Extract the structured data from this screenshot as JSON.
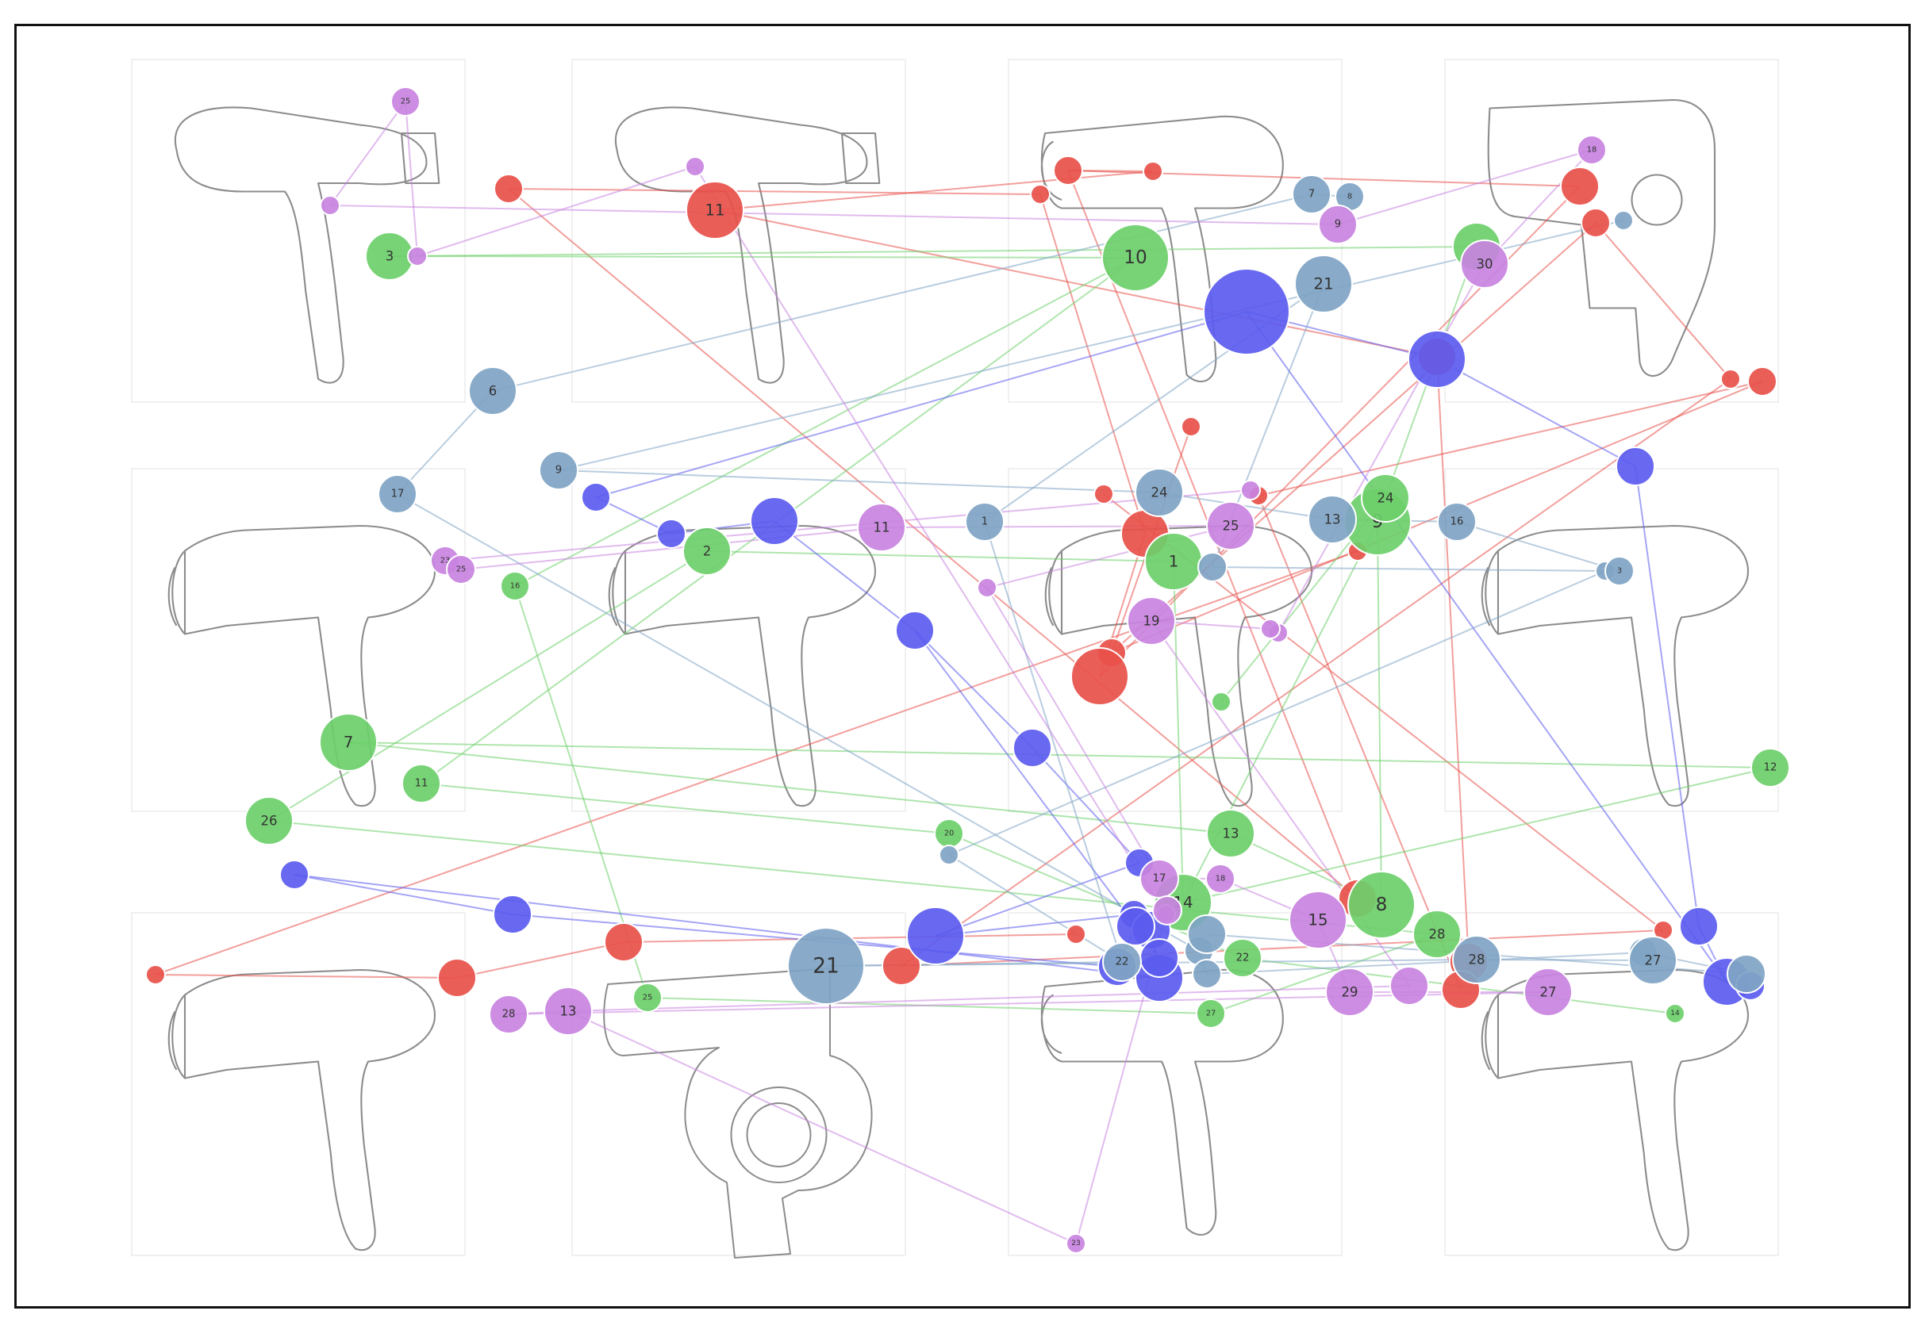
{
  "colors": {
    "red": "#e8504a",
    "green": "#6dcf6a",
    "blue": "#5b5bef",
    "slate": "#7fa4c4",
    "purple": "#c883e0",
    "outline": "#8c8c8c",
    "cell_border": "#ececec"
  },
  "dryer_icons": [
    {
      "name": "hair-dryer-icon-1",
      "shape": "angled"
    },
    {
      "name": "hair-dryer-icon-2",
      "shape": "angled"
    },
    {
      "name": "hair-dryer-icon-3",
      "shape": "boxy"
    },
    {
      "name": "hair-dryer-icon-4",
      "shape": "folding"
    },
    {
      "name": "hair-dryer-icon-5",
      "shape": "classic"
    },
    {
      "name": "hair-dryer-icon-6",
      "shape": "classic"
    },
    {
      "name": "hair-dryer-icon-7",
      "shape": "classic"
    },
    {
      "name": "hair-dryer-icon-8",
      "shape": "classic"
    },
    {
      "name": "hair-dryer-icon-9",
      "shape": "classic"
    },
    {
      "name": "hair-dryer-icon-10",
      "shape": "ring"
    },
    {
      "name": "hair-dryer-icon-11",
      "shape": "boxy"
    },
    {
      "name": "hair-dryer-icon-12",
      "shape": "classic"
    }
  ],
  "nodes": [
    {
      "id": "r1",
      "c": "red",
      "label": "",
      "s": 2
    },
    {
      "id": "r2",
      "c": "red",
      "label": "11",
      "s": 5
    },
    {
      "id": "r3",
      "c": "red",
      "label": "",
      "s": 2
    },
    {
      "id": "r4",
      "c": "red",
      "label": "",
      "s": 1
    },
    {
      "id": "r5",
      "c": "red",
      "label": "",
      "s": 3
    },
    {
      "id": "r6",
      "c": "red",
      "label": "",
      "s": 1
    },
    {
      "id": "r7",
      "c": "red",
      "label": "",
      "s": 1
    },
    {
      "id": "r8",
      "c": "red",
      "label": "",
      "s": 1
    },
    {
      "id": "r9",
      "c": "red",
      "label": "",
      "s": 4
    },
    {
      "id": "r10",
      "c": "red",
      "label": "",
      "s": 2
    },
    {
      "id": "r11",
      "c": "red",
      "label": "",
      "s": 3
    },
    {
      "id": "r12",
      "c": "red",
      "label": "",
      "s": 2
    },
    {
      "id": "r13",
      "c": "red",
      "label": "",
      "s": 1
    },
    {
      "id": "r14",
      "c": "red",
      "label": "",
      "s": 2
    },
    {
      "id": "r15",
      "c": "red",
      "label": "",
      "s": 3
    },
    {
      "id": "r16",
      "c": "red",
      "label": "",
      "s": 5
    },
    {
      "id": "r17",
      "c": "red",
      "label": "",
      "s": 1
    },
    {
      "id": "r18",
      "c": "red",
      "label": "",
      "s": 1
    },
    {
      "id": "r19",
      "c": "red",
      "label": "",
      "s": 3
    },
    {
      "id": "r20",
      "c": "red",
      "label": "",
      "s": 1
    },
    {
      "id": "r21",
      "c": "red",
      "label": "",
      "s": 1
    },
    {
      "id": "r22",
      "c": "red",
      "label": "",
      "s": 3
    },
    {
      "id": "r23",
      "c": "red",
      "label": "",
      "s": 3
    },
    {
      "id": "r24",
      "c": "red",
      "label": "",
      "s": 1
    },
    {
      "id": "r25",
      "c": "red",
      "label": "",
      "s": 3
    },
    {
      "id": "r26",
      "c": "red",
      "label": "",
      "s": 3
    },
    {
      "id": "g1",
      "c": "green",
      "label": "3",
      "s": 4
    },
    {
      "id": "g2",
      "c": "green",
      "label": "10",
      "s": 6
    },
    {
      "id": "g3",
      "c": "green",
      "label": "",
      "s": 4
    },
    {
      "id": "g4",
      "c": "green",
      "label": "2",
      "s": 4
    },
    {
      "id": "g5",
      "c": "green",
      "label": "16",
      "s": 2
    },
    {
      "id": "g6",
      "c": "green",
      "label": "1",
      "s": 5
    },
    {
      "id": "g7",
      "c": "green",
      "label": "9",
      "s": 6
    },
    {
      "id": "g8",
      "c": "green",
      "label": "24",
      "s": 4
    },
    {
      "id": "g9",
      "c": "green",
      "label": "7",
      "s": 5
    },
    {
      "id": "g10",
      "c": "green",
      "label": "11",
      "s": 3
    },
    {
      "id": "g11",
      "c": "green",
      "label": "26",
      "s": 4
    },
    {
      "id": "g12",
      "c": "green",
      "label": "13",
      "s": 4
    },
    {
      "id": "g13",
      "c": "green",
      "label": "20",
      "s": 2
    },
    {
      "id": "g14",
      "c": "green",
      "label": "12",
      "s": 3
    },
    {
      "id": "g15",
      "c": "green",
      "label": "14",
      "s": 5
    },
    {
      "id": "g16",
      "c": "green",
      "label": "8",
      "s": 6
    },
    {
      "id": "g17",
      "c": "green",
      "label": "28",
      "s": 4
    },
    {
      "id": "g18",
      "c": "green",
      "label": "22",
      "s": 3
    },
    {
      "id": "g19",
      "c": "green",
      "label": "25",
      "s": 2
    },
    {
      "id": "g20",
      "c": "green",
      "label": "27",
      "s": 2
    },
    {
      "id": "g21",
      "c": "green",
      "label": "14",
      "s": 1
    },
    {
      "id": "g22",
      "c": "green",
      "label": "",
      "s": 1
    },
    {
      "id": "b1",
      "c": "blue",
      "label": "",
      "s": 8
    },
    {
      "id": "b2",
      "c": "blue",
      "label": "",
      "s": 5
    },
    {
      "id": "b3",
      "c": "blue",
      "label": "",
      "s": 2
    },
    {
      "id": "b4",
      "c": "blue",
      "label": "",
      "s": 2
    },
    {
      "id": "b5",
      "c": "blue",
      "label": "",
      "s": 4
    },
    {
      "id": "b6",
      "c": "blue",
      "label": "",
      "s": 3
    },
    {
      "id": "b7",
      "c": "blue",
      "label": "",
      "s": 3
    },
    {
      "id": "b8",
      "c": "blue",
      "label": "",
      "s": 2
    },
    {
      "id": "b9",
      "c": "blue",
      "label": "",
      "s": 5
    },
    {
      "id": "b10",
      "c": "blue",
      "label": "",
      "s": 2
    },
    {
      "id": "b11",
      "c": "blue",
      "label": "",
      "s": 3
    },
    {
      "id": "b12",
      "c": "blue",
      "label": "",
      "s": 4
    },
    {
      "id": "b13",
      "c": "blue",
      "label": "",
      "s": 2
    },
    {
      "id": "b14",
      "c": "blue",
      "label": "",
      "s": 3
    },
    {
      "id": "b15",
      "c": "blue",
      "label": "",
      "s": 3
    },
    {
      "id": "b16",
      "c": "blue",
      "label": "",
      "s": 4
    },
    {
      "id": "b17",
      "c": "blue",
      "label": "",
      "s": 2
    },
    {
      "id": "b18",
      "c": "blue",
      "label": "",
      "s": 3
    },
    {
      "id": "b19",
      "c": "blue",
      "label": "",
      "s": 3
    },
    {
      "id": "b20",
      "c": "blue",
      "label": "",
      "s": 3
    },
    {
      "id": "b21",
      "c": "blue",
      "label": "",
      "s": 3
    },
    {
      "id": "s1",
      "c": "slate",
      "label": "7",
      "s": 3
    },
    {
      "id": "s2",
      "c": "slate",
      "label": "8",
      "s": 2
    },
    {
      "id": "s3",
      "c": "slate",
      "label": "21",
      "s": 5
    },
    {
      "id": "s4",
      "c": "slate",
      "label": "6",
      "s": 4
    },
    {
      "id": "s5",
      "c": "slate",
      "label": "",
      "s": 1
    },
    {
      "id": "s6",
      "c": "slate",
      "label": "9",
      "s": 3
    },
    {
      "id": "s7",
      "c": "slate",
      "label": "17",
      "s": 3
    },
    {
      "id": "s8",
      "c": "slate",
      "label": "24",
      "s": 4
    },
    {
      "id": "s9",
      "c": "slate",
      "label": "1",
      "s": 3
    },
    {
      "id": "s10",
      "c": "slate",
      "label": "13",
      "s": 4
    },
    {
      "id": "s11",
      "c": "slate",
      "label": "16",
      "s": 3
    },
    {
      "id": "s12",
      "c": "slate",
      "label": "",
      "s": 2
    },
    {
      "id": "s13",
      "c": "slate",
      "label": "",
      "s": 1
    },
    {
      "id": "s14",
      "c": "slate",
      "label": "3",
      "s": 2
    },
    {
      "id": "s15",
      "c": "slate",
      "label": "",
      "s": 1
    },
    {
      "id": "s16",
      "c": "slate",
      "label": "22",
      "s": 3
    },
    {
      "id": "s17",
      "c": "slate",
      "label": "21",
      "s": 7
    },
    {
      "id": "s18",
      "c": "slate",
      "label": "28",
      "s": 4
    },
    {
      "id": "s19",
      "c": "slate",
      "label": "",
      "s": 2
    },
    {
      "id": "s20",
      "c": "slate",
      "label": "",
      "s": 2
    },
    {
      "id": "s21",
      "c": "slate",
      "label": "",
      "s": 2
    },
    {
      "id": "s22",
      "c": "slate",
      "label": "27",
      "s": 4
    },
    {
      "id": "s23",
      "c": "slate",
      "label": "",
      "s": 3
    },
    {
      "id": "s24",
      "c": "slate",
      "label": "",
      "s": 3
    },
    {
      "id": "p1",
      "c": "purple",
      "label": "25",
      "s": 2
    },
    {
      "id": "p2",
      "c": "purple",
      "label": "",
      "s": 1
    },
    {
      "id": "p3",
      "c": "purple",
      "label": "",
      "s": 1
    },
    {
      "id": "p4",
      "c": "purple",
      "label": "",
      "s": 1
    },
    {
      "id": "p5",
      "c": "purple",
      "label": "9",
      "s": 3
    },
    {
      "id": "p6",
      "c": "purple",
      "label": "18",
      "s": 2
    },
    {
      "id": "p7",
      "c": "purple",
      "label": "30",
      "s": 4
    },
    {
      "id": "p8",
      "c": "purple",
      "label": "",
      "s": 1
    },
    {
      "id": "p9",
      "c": "purple",
      "label": "",
      "s": 1
    },
    {
      "id": "p10",
      "c": "purple",
      "label": "23",
      "s": 2
    },
    {
      "id": "p11",
      "c": "purple",
      "label": "25",
      "s": 2
    },
    {
      "id": "p12",
      "c": "purple",
      "label": "11",
      "s": 4
    },
    {
      "id": "p13",
      "c": "purple",
      "label": "",
      "s": 1
    },
    {
      "id": "p14",
      "c": "purple",
      "label": "25",
      "s": 4
    },
    {
      "id": "p15",
      "c": "purple",
      "label": "19",
      "s": 4
    },
    {
      "id": "p16",
      "c": "purple",
      "label": "",
      "s": 1
    },
    {
      "id": "p17",
      "c": "purple",
      "label": "17",
      "s": 3
    },
    {
      "id": "p18",
      "c": "purple",
      "label": "",
      "s": 1
    },
    {
      "id": "p19",
      "c": "purple",
      "label": "18",
      "s": 2
    },
    {
      "id": "p20",
      "c": "purple",
      "label": "15",
      "s": 5
    },
    {
      "id": "p21",
      "c": "purple",
      "label": "",
      "s": 3
    },
    {
      "id": "p22",
      "c": "purple",
      "label": "29",
      "s": 4
    },
    {
      "id": "p23",
      "c": "purple",
      "label": "27",
      "s": 4
    },
    {
      "id": "p24",
      "c": "purple",
      "label": "28",
      "s": 3
    },
    {
      "id": "p25",
      "c": "purple",
      "label": "13",
      "s": 4
    },
    {
      "id": "p26",
      "c": "purple",
      "label": "23",
      "s": 1
    },
    {
      "id": "p27",
      "c": "purple",
      "label": "",
      "s": 2
    }
  ],
  "edges": [
    [
      "r2",
      "r5",
      "red"
    ],
    [
      "r1",
      "r6",
      "red"
    ],
    [
      "r5",
      "r19",
      "red"
    ],
    [
      "r6",
      "r9",
      "red"
    ],
    [
      "r10",
      "r12",
      "red"
    ],
    [
      "r12",
      "r13",
      "red"
    ],
    [
      "r16",
      "r11",
      "red"
    ],
    [
      "r11",
      "r3",
      "red"
    ],
    [
      "r3",
      "r4",
      "red"
    ],
    [
      "r13",
      "r25",
      "red"
    ],
    [
      "r21",
      "r22",
      "red"
    ],
    [
      "r22",
      "r23",
      "red"
    ],
    [
      "r14",
      "r17",
      "red"
    ],
    [
      "r17",
      "r26",
      "red"
    ],
    [
      "r18",
      "r24",
      "red"
    ],
    [
      "r1",
      "r15",
      "red"
    ],
    [
      "r8",
      "r20",
      "red"
    ],
    [
      "r20",
      "r25",
      "red"
    ],
    [
      "r15",
      "r3",
      "red"
    ],
    [
      "r9",
      "r16",
      "red"
    ],
    [
      "r7",
      "r10",
      "red"
    ],
    [
      "r10",
      "r14",
      "red"
    ],
    [
      "r2",
      "r4",
      "red"
    ],
    [
      "r23",
      "r24",
      "red"
    ],
    [
      "g1",
      "g2",
      "green"
    ],
    [
      "g1",
      "g3",
      "green"
    ],
    [
      "g2",
      "g10",
      "green"
    ],
    [
      "g4",
      "g6",
      "green"
    ],
    [
      "g4",
      "g11",
      "green"
    ],
    [
      "g6",
      "g15",
      "green"
    ],
    [
      "g7",
      "g15",
      "green"
    ],
    [
      "g7",
      "g16",
      "green"
    ],
    [
      "g9",
      "g12",
      "green"
    ],
    [
      "g9",
      "g14",
      "green"
    ],
    [
      "g11",
      "g17",
      "green"
    ],
    [
      "g12",
      "g16",
      "green"
    ],
    [
      "g10",
      "g13",
      "green"
    ],
    [
      "g13",
      "g18",
      "green"
    ],
    [
      "g17",
      "g20",
      "green"
    ],
    [
      "g18",
      "g21",
      "green"
    ],
    [
      "g3",
      "g8",
      "green"
    ],
    [
      "g8",
      "g22",
      "green"
    ],
    [
      "g5",
      "g19",
      "green"
    ],
    [
      "g19",
      "g20",
      "green"
    ],
    [
      "g14",
      "g15",
      "green"
    ],
    [
      "g2",
      "g5",
      "green"
    ],
    [
      "b1",
      "b2",
      "blue"
    ],
    [
      "b1",
      "b3",
      "blue"
    ],
    [
      "b3",
      "b4",
      "blue"
    ],
    [
      "b4",
      "b5",
      "blue"
    ],
    [
      "b5",
      "b6",
      "blue"
    ],
    [
      "b6",
      "b7",
      "blue"
    ],
    [
      "b7",
      "b8",
      "blue"
    ],
    [
      "b8",
      "b9",
      "blue"
    ],
    [
      "b9",
      "b10",
      "blue"
    ],
    [
      "b10",
      "b11",
      "blue"
    ],
    [
      "b11",
      "b12",
      "blue"
    ],
    [
      "b12",
      "b13",
      "blue"
    ],
    [
      "b2",
      "b14",
      "blue"
    ],
    [
      "b14",
      "b15",
      "blue"
    ],
    [
      "b15",
      "b16",
      "blue"
    ],
    [
      "b16",
      "b17",
      "blue"
    ],
    [
      "b13",
      "b18",
      "blue"
    ],
    [
      "b18",
      "b19",
      "blue"
    ],
    [
      "b19",
      "b20",
      "blue"
    ],
    [
      "b20",
      "b21",
      "blue"
    ],
    [
      "b6",
      "b21",
      "blue"
    ],
    [
      "b1",
      "b16",
      "blue"
    ],
    [
      "s1",
      "s2",
      "slate"
    ],
    [
      "s1",
      "s4",
      "slate"
    ],
    [
      "s3",
      "s9",
      "slate"
    ],
    [
      "s4",
      "s7",
      "slate"
    ],
    [
      "s5",
      "s6",
      "slate"
    ],
    [
      "s6",
      "s8",
      "slate"
    ],
    [
      "s8",
      "s10",
      "slate"
    ],
    [
      "s10",
      "s11",
      "slate"
    ],
    [
      "s11",
      "s14",
      "slate"
    ],
    [
      "s12",
      "s13",
      "slate"
    ],
    [
      "s13",
      "s15",
      "slate"
    ],
    [
      "s15",
      "s16",
      "slate"
    ],
    [
      "s16",
      "s17",
      "slate"
    ],
    [
      "s17",
      "s18",
      "slate"
    ],
    [
      "s18",
      "s22",
      "slate"
    ],
    [
      "s19",
      "s20",
      "slate"
    ],
    [
      "s20",
      "s21",
      "slate"
    ],
    [
      "s21",
      "s23",
      "slate"
    ],
    [
      "s23",
      "s24",
      "slate"
    ],
    [
      "s3",
      "s12",
      "slate"
    ],
    [
      "s7",
      "s19",
      "slate"
    ],
    [
      "s9",
      "s16",
      "slate"
    ],
    [
      "p1",
      "p3",
      "purple"
    ],
    [
      "p1",
      "p2",
      "purple"
    ],
    [
      "p2",
      "p4",
      "purple"
    ],
    [
      "p3",
      "p5",
      "purple"
    ],
    [
      "p5",
      "p6",
      "purple"
    ],
    [
      "p6",
      "p7",
      "purple"
    ],
    [
      "p7",
      "p9",
      "purple"
    ],
    [
      "p8",
      "p10",
      "purple"
    ],
    [
      "p10",
      "p11",
      "purple"
    ],
    [
      "p11",
      "p12",
      "purple"
    ],
    [
      "p12",
      "p14",
      "purple"
    ],
    [
      "p13",
      "p15",
      "purple"
    ],
    [
      "p14",
      "p16",
      "purple"
    ],
    [
      "p16",
      "p17",
      "purple"
    ],
    [
      "p17",
      "p19",
      "purple"
    ],
    [
      "p19",
      "p20",
      "purple"
    ],
    [
      "p20",
      "p22",
      "purple"
    ],
    [
      "p22",
      "p23",
      "purple"
    ],
    [
      "p23",
      "p24",
      "purple"
    ],
    [
      "p24",
      "p25",
      "purple"
    ],
    [
      "p25",
      "p26",
      "purple"
    ],
    [
      "p26",
      "p27",
      "purple"
    ],
    [
      "p4",
      "p18",
      "purple"
    ],
    [
      "p21",
      "p25",
      "purple"
    ],
    [
      "p15",
      "p21",
      "purple"
    ],
    [
      "p9",
      "p13",
      "purple"
    ]
  ]
}
